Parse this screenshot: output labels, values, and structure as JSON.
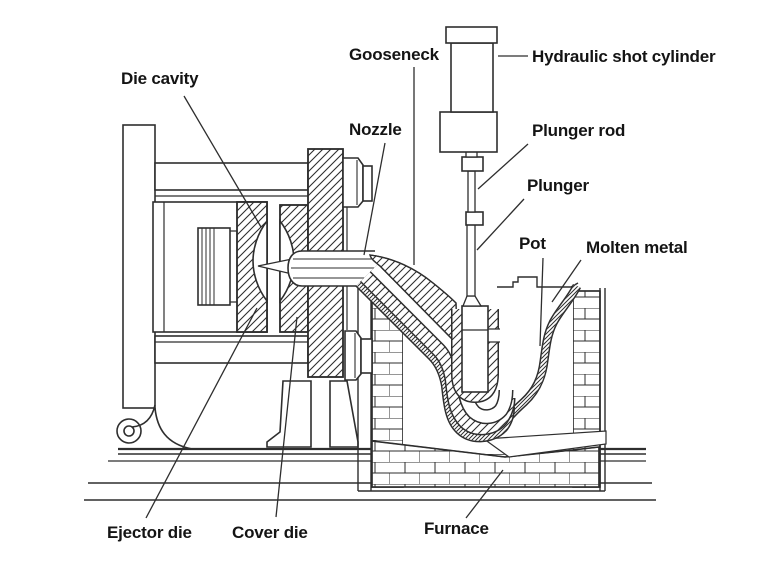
{
  "diagram": {
    "background": "#ffffff",
    "line_color": "#2e2e2e",
    "text_color": "#141414",
    "labels": {
      "die_cavity": "Die cavity",
      "gooseneck": "Gooseneck",
      "hydraulic_shot_cylinder": "Hydraulic shot cylinder",
      "nozzle": "Nozzle",
      "plunger_rod": "Plunger rod",
      "plunger": "Plunger",
      "pot": "Pot",
      "molten_metal": "Molten metal",
      "ejector_die": "Ejector die",
      "cover_die": "Cover die",
      "furnace": "Furnace"
    }
  }
}
